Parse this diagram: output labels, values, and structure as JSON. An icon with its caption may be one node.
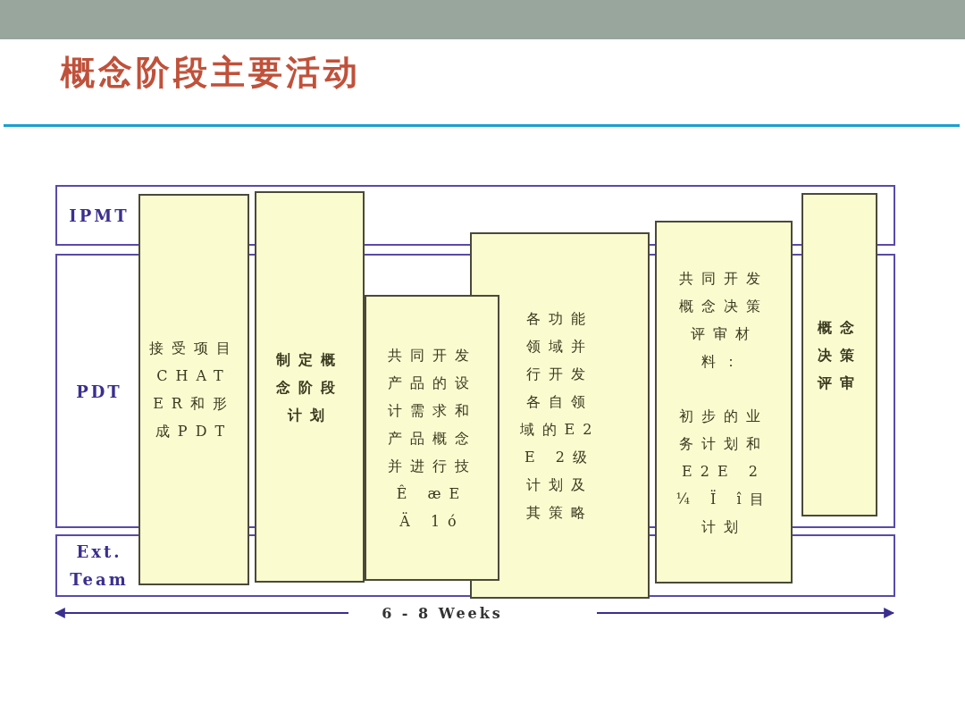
{
  "diagram": {
    "title": "概念阶段主要活动",
    "nodes": [
      {
        "text": [
          "IPMT"
        ]
      },
      {
        "text": [
          "PDT"
        ]
      },
      {
        "text": [
          "Ext. Team"
        ]
      },
      {
        "text": [
          "接受项目CHATER和形成PDT"
        ]
      },
      {
        "text": [
          "制定概念阶段计划"
        ]
      },
      {
        "text": [
          "共同开发产品的设计需求和产品概念并进行技Ê æE Ä 1ó"
        ]
      },
      {
        "text": [
          "各功能领域并行开发各自领域的E2E 2级计划及其策略"
        ]
      },
      {
        "text": [
          "共同开发概念决策评审材料：",
          "初步的业务计划和E2E 2¼ Ï î目计划"
        ]
      },
      {
        "text": [
          "概念决策评审"
        ]
      }
    ],
    "edges": [],
    "labels": [
      "6 - 8 Weeks"
    ]
  }
}
